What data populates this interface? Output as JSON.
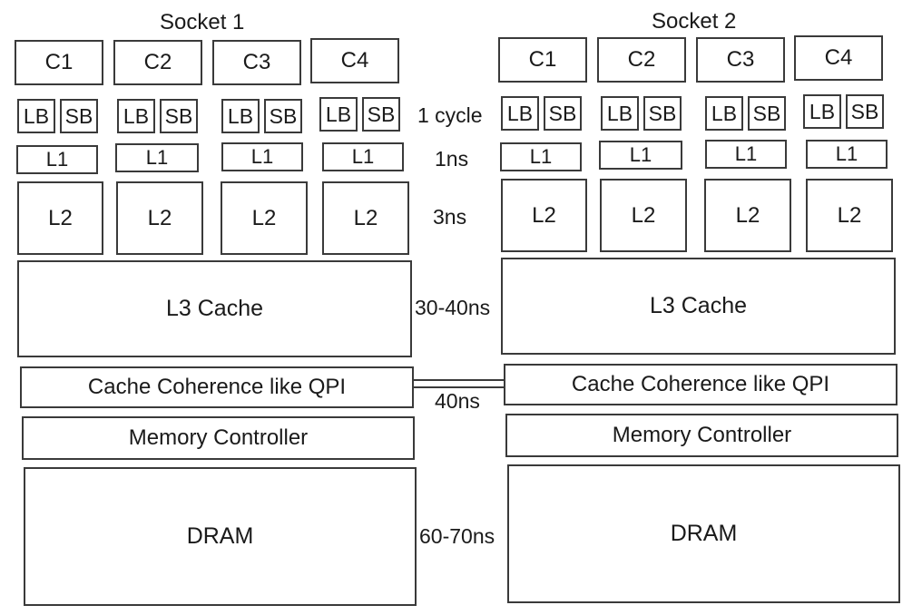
{
  "sockets": [
    {
      "title": "Socket 1",
      "cores": [
        "C1",
        "C2",
        "C3",
        "C4"
      ],
      "lb": "LB",
      "sb": "SB",
      "l1": "L1",
      "l2": "L2",
      "l3": "L3 Cache",
      "coherence": "Cache Coherence like QPI",
      "memory_controller": "Memory Controller",
      "dram": "DRAM"
    },
    {
      "title": "Socket 2",
      "cores": [
        "C1",
        "C2",
        "C3",
        "C4"
      ],
      "lb": "LB",
      "sb": "SB",
      "l1": "L1",
      "l2": "L2",
      "l3": "L3 Cache",
      "coherence": "Cache Coherence like QPI",
      "memory_controller": "Memory Controller",
      "dram": "DRAM"
    }
  ],
  "latencies": {
    "buffers": "1 cycle",
    "l1": "1ns",
    "l2": "3ns",
    "l3": "30-40ns",
    "interconnect": "40ns",
    "dram": "60-70ns"
  }
}
